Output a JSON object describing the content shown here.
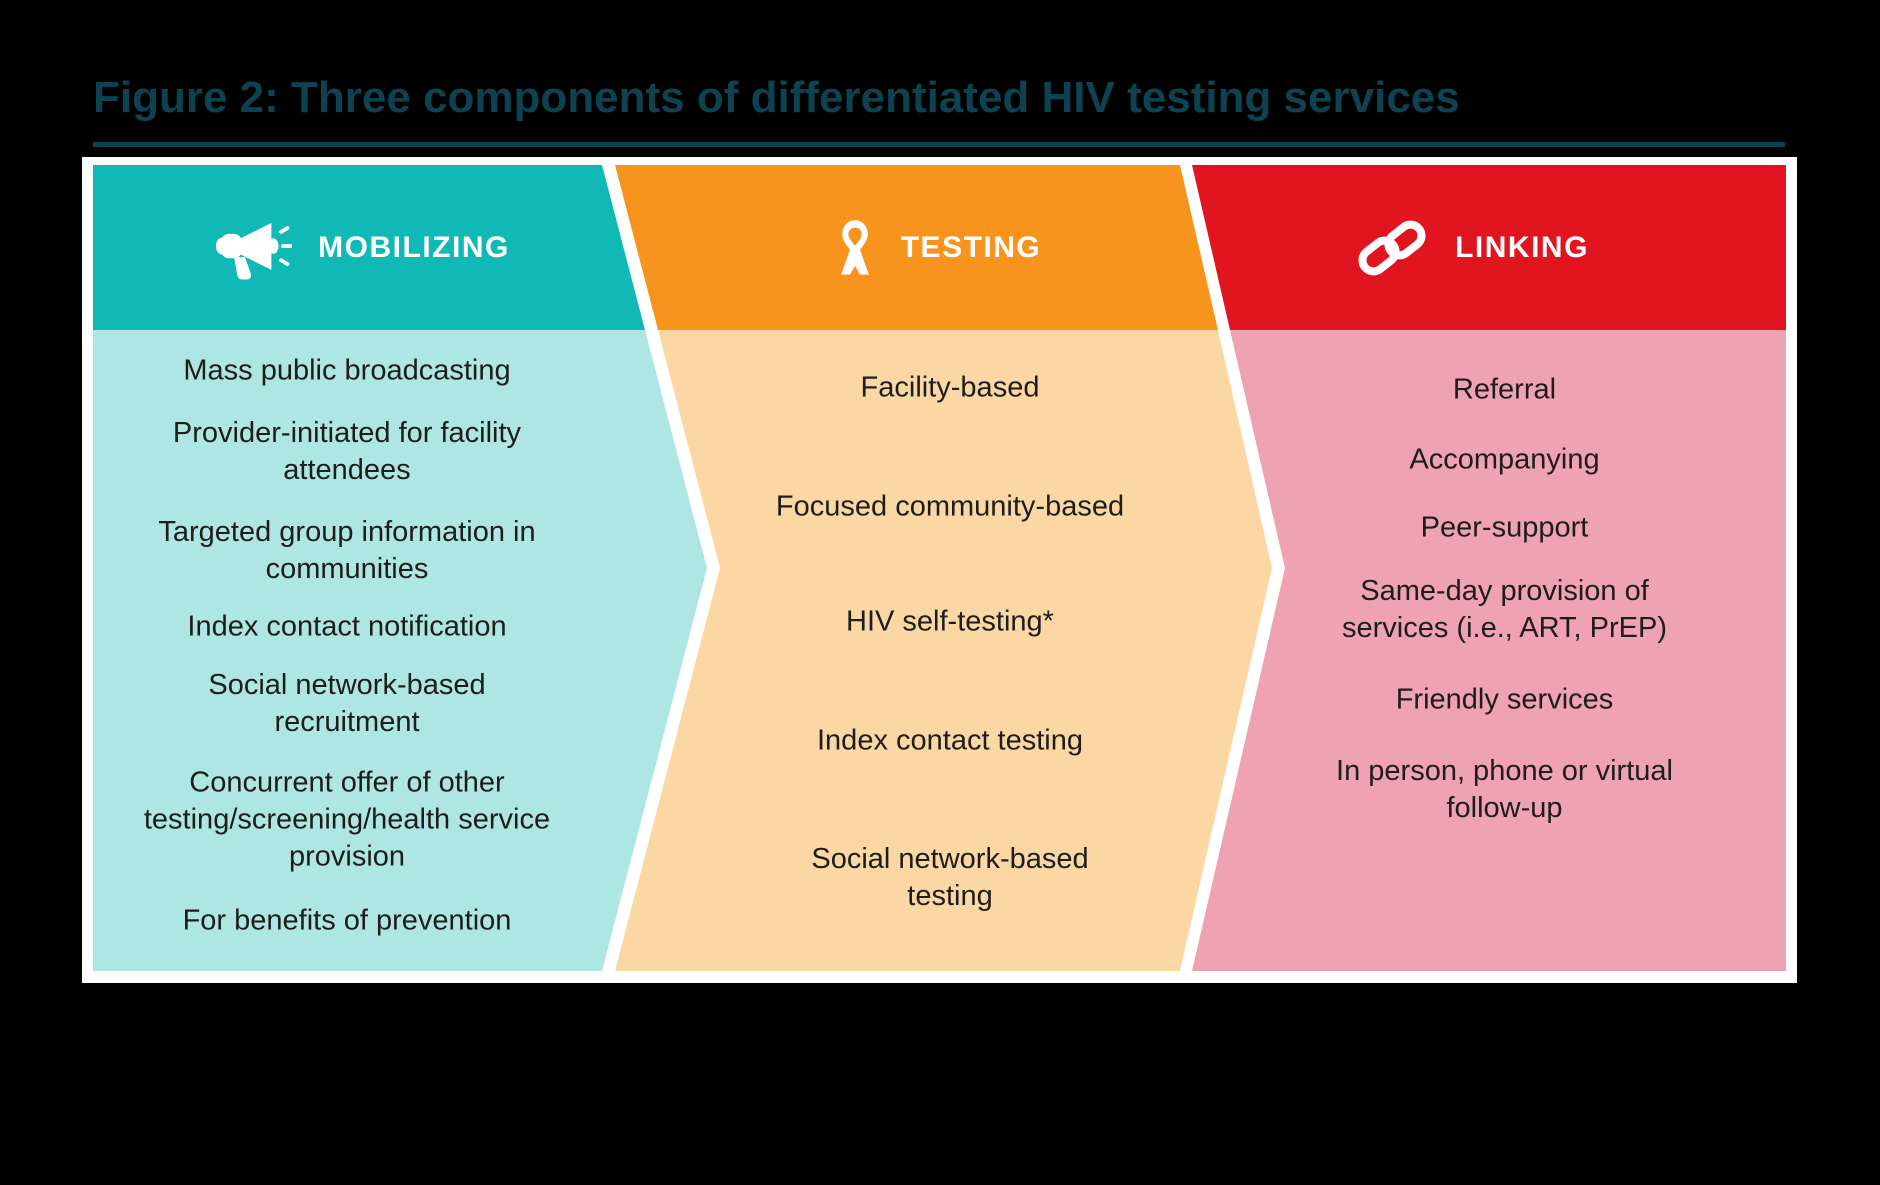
{
  "title": "Figure 2: Three components of differentiated HIV testing services",
  "colors": {
    "background": "#000000",
    "title_teal": "#0d4251",
    "mobilizing_header": "#10b9b5",
    "mobilizing_body": "#aee6e3",
    "testing_header": "#f7941e",
    "testing_body": "#fbd7a4",
    "linking_header": "#e0151f",
    "linking_body": "#efa2b1",
    "body_text": "#1d1d1b",
    "header_text": "#ffffff"
  },
  "columns": [
    {
      "label": "MOBILIZING",
      "icon": "megaphone-icon",
      "items": [
        "Mass public broadcasting",
        "Provider-initiated for facility\nattendees",
        "Targeted group information in\ncommunities",
        "Index contact notification",
        "Social network-based\nrecruitment",
        "Concurrent offer of other\ntesting/screening/health service\nprovision",
        "For benefits of prevention"
      ]
    },
    {
      "label": "TESTING",
      "icon": "ribbon-icon",
      "items": [
        "Facility-based",
        "Focused community-based",
        "HIV self-testing*",
        "Index contact testing",
        "Social network-based\ntesting"
      ]
    },
    {
      "label": "LINKING",
      "icon": "chain-link-icon",
      "items": [
        "Referral",
        "Accompanying",
        "Peer-support",
        "Same-day provision of\nservices (i.e., ART, PrEP)",
        "Friendly services",
        "In person, phone or virtual\nfollow-up"
      ]
    }
  ]
}
